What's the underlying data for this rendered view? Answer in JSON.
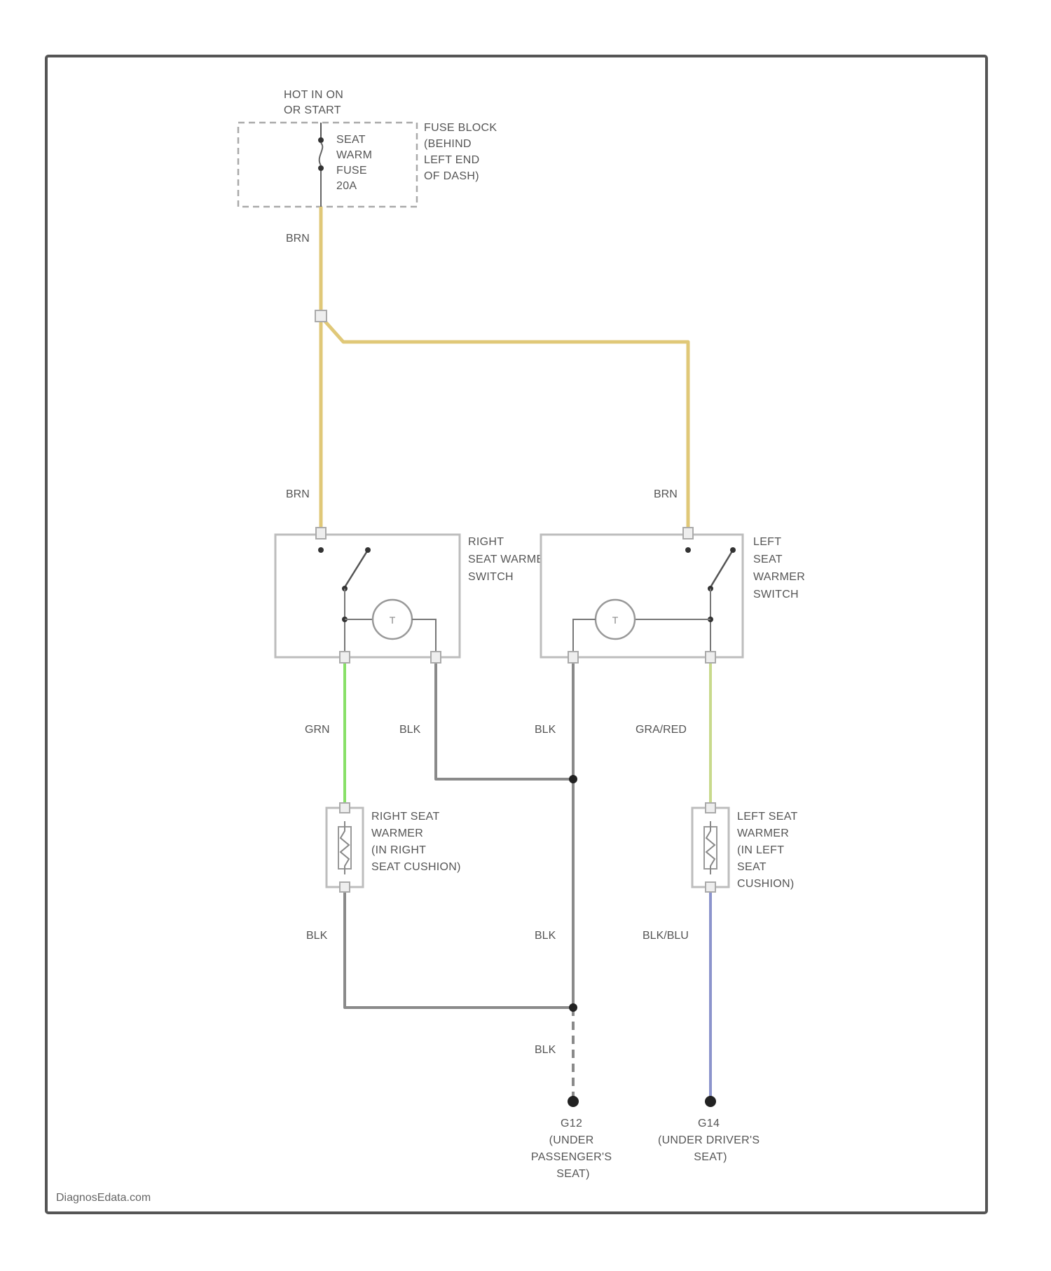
{
  "colors": {
    "brn": "#e0c878",
    "grn": "#88e068",
    "blk": "#8a8a8a",
    "gra_red": "#c8da8c",
    "blk_blu": "#8c94cc",
    "frame": "#555555",
    "component": "#bdbdbd"
  },
  "power": {
    "hot_line1": "HOT IN ON",
    "hot_line2": "OR START",
    "fuse_lines": [
      "SEAT",
      "WARM",
      "FUSE",
      "20A"
    ],
    "fuse_block_lines": [
      "FUSE BLOCK",
      "(BEHIND",
      "LEFT END",
      "OF DASH)"
    ]
  },
  "wire_labels": {
    "brn_top": "BRN",
    "brn_right_switch": "BRN",
    "brn_left_switch": "BRN",
    "grn": "GRN",
    "blk_right_switch": "BLK",
    "blk_left_switch": "BLK",
    "gra_red": "GRA/RED",
    "blk_right_warmer": "BLK",
    "blk_center": "BLK",
    "blk_blu": "BLK/BLU",
    "blk_ground": "BLK"
  },
  "switches": {
    "right_lines": [
      "RIGHT",
      "SEAT WARMER",
      "SWITCH"
    ],
    "left_lines": [
      "LEFT",
      "SEAT",
      "WARMER",
      "SWITCH"
    ]
  },
  "warmers": {
    "right_lines": [
      "RIGHT SEAT",
      "WARMER",
      "(IN RIGHT",
      "SEAT CUSHION)"
    ],
    "left_lines": [
      "LEFT SEAT",
      "WARMER",
      "(IN LEFT",
      "SEAT",
      "CUSHION)"
    ]
  },
  "grounds": {
    "g12_lines": [
      "G12",
      "(UNDER",
      "PASSENGER'S",
      "SEAT)"
    ],
    "g14_lines": [
      "G14",
      "(UNDER DRIVER'S",
      "SEAT)"
    ]
  },
  "credit": "DiagnosEdata.com"
}
